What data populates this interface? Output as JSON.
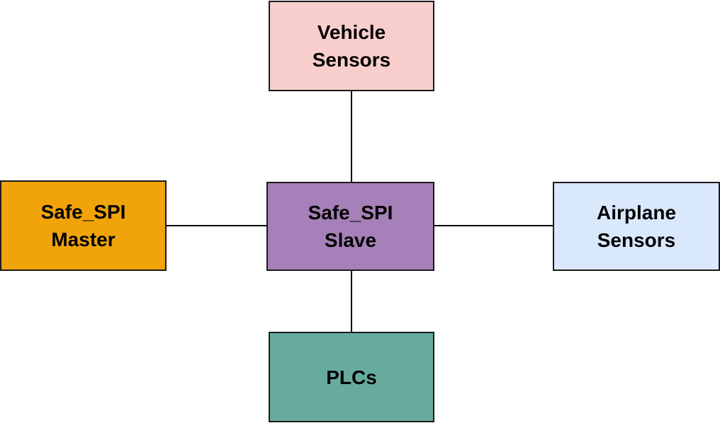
{
  "nodes": {
    "vehicle_sensors": {
      "line1": "Vehicle",
      "line2": "Sensors",
      "fill": "#f8cecc"
    },
    "safe_spi_master": {
      "line1": "Safe_SPI",
      "line2": "Master",
      "fill": "#f0a30a"
    },
    "safe_spi_slave": {
      "line1": "Safe_SPI",
      "line2": "Slave",
      "fill": "#a680b8"
    },
    "airplane_sensors": {
      "line1": "Airplane",
      "line2": "Sensors",
      "fill": "#dae8fc"
    },
    "plcs": {
      "line1": "PLCs",
      "fill": "#67ab9f"
    }
  },
  "connections": [
    {
      "from": "Safe_SPI Slave",
      "to": "Vehicle Sensors"
    },
    {
      "from": "Safe_SPI Slave",
      "to": "Safe_SPI Master"
    },
    {
      "from": "Safe_SPI Slave",
      "to": "Airplane Sensors"
    },
    {
      "from": "Safe_SPI Slave",
      "to": "PLCs"
    }
  ]
}
